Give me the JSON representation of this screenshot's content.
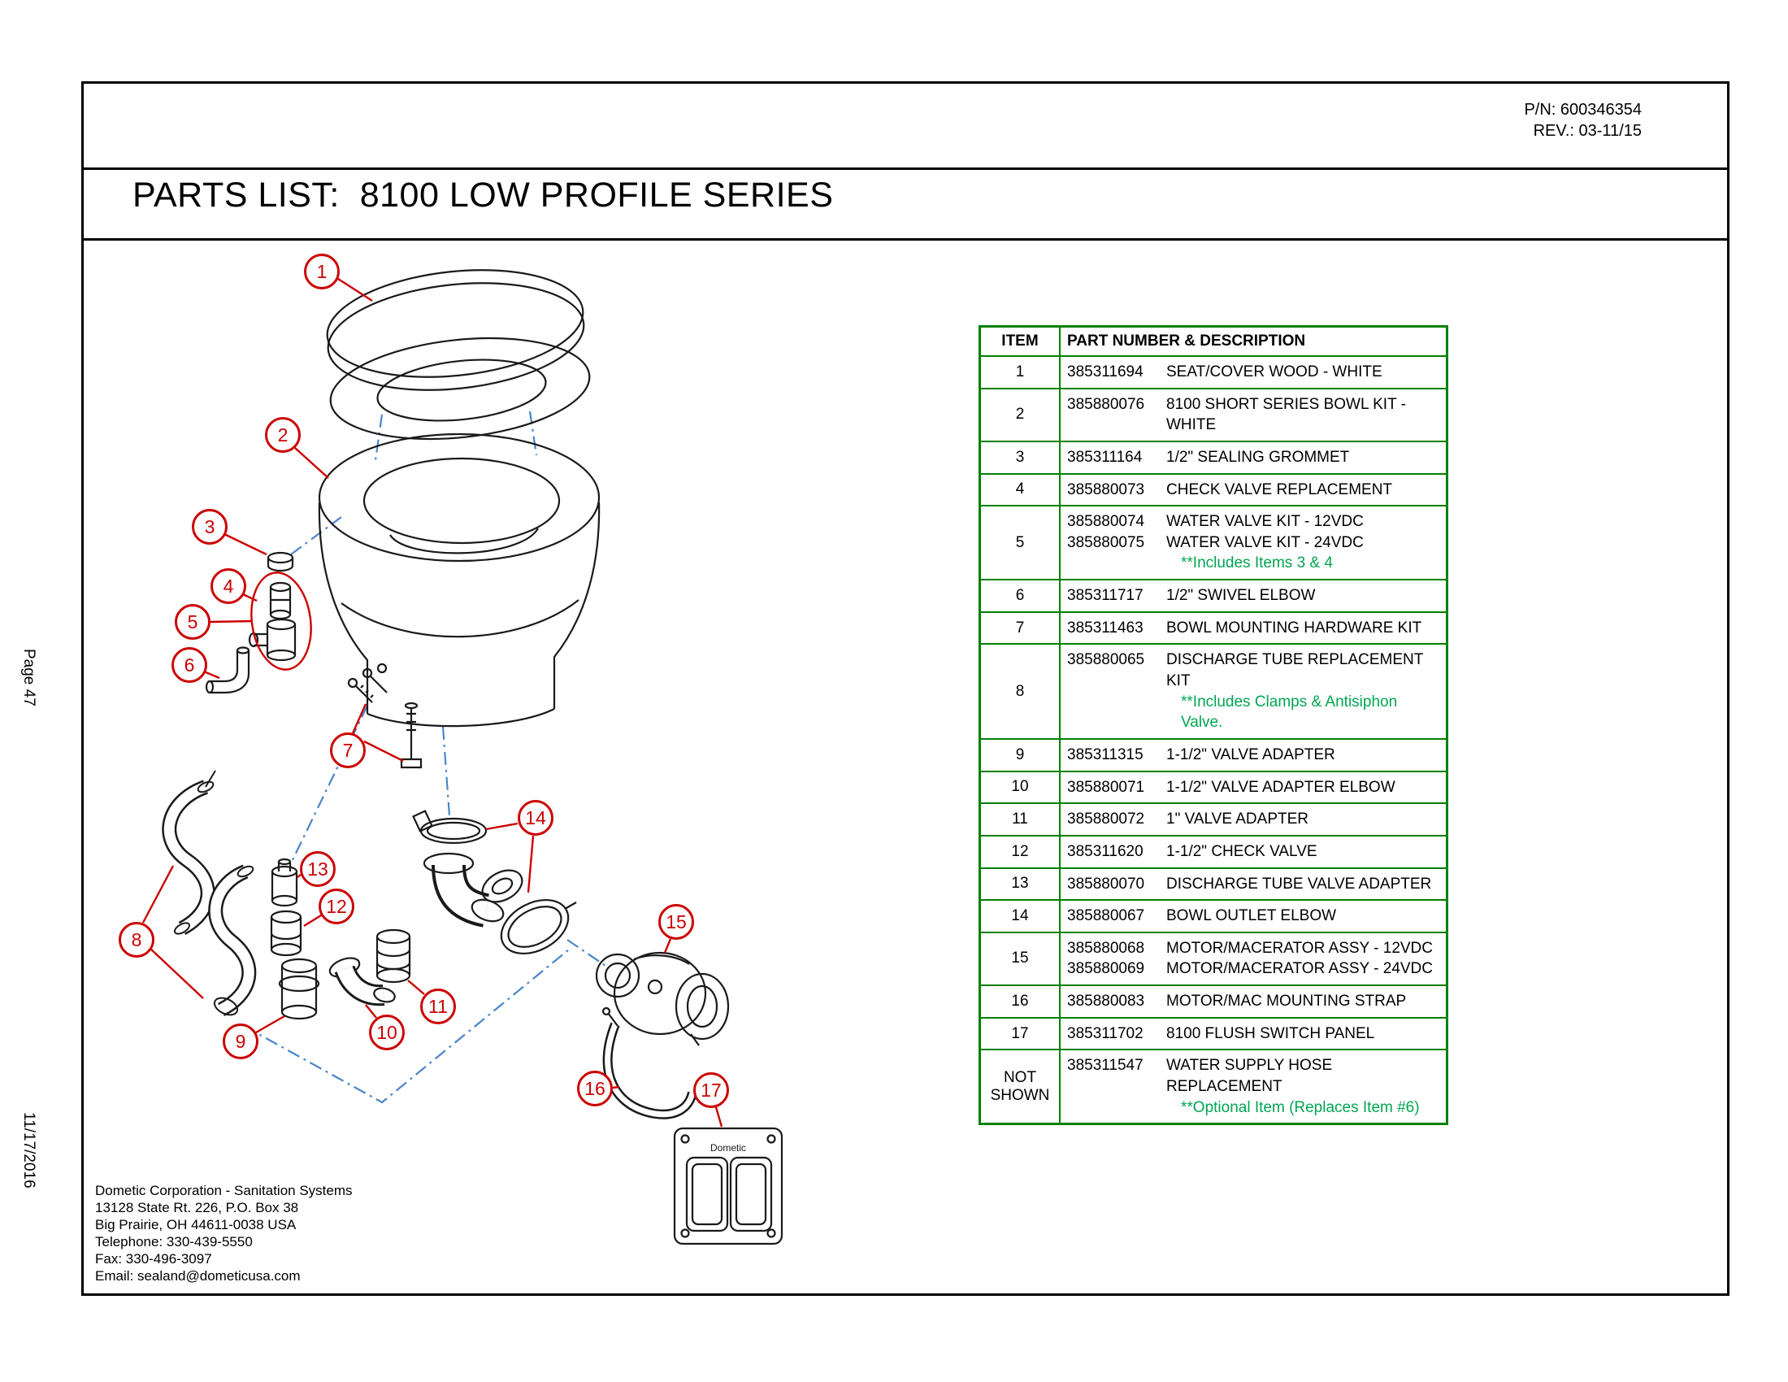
{
  "header": {
    "pn": "P/N:  600346354",
    "rev": "REV.:  03-11/15",
    "title": "PARTS LIST:  8100 LOW PROFILE SERIES"
  },
  "sidebar": {
    "page_number": "Page 47",
    "date": "11/17/2016"
  },
  "table": {
    "headers": [
      "ITEM",
      "PART NUMBER & DESCRIPTION"
    ],
    "rows": [
      {
        "item": "1",
        "parts": [
          {
            "number": "385311694",
            "description": "SEAT/COVER WOOD - WHITE"
          }
        ]
      },
      {
        "item": "2",
        "parts": [
          {
            "number": "385880076",
            "description": "8100 SHORT SERIES BOWL KIT - WHITE"
          }
        ]
      },
      {
        "item": "3",
        "parts": [
          {
            "number": "385311164",
            "description": "1/2\" SEALING GROMMET"
          }
        ]
      },
      {
        "item": "4",
        "parts": [
          {
            "number": "385880073",
            "description": "CHECK VALVE REPLACEMENT"
          }
        ]
      },
      {
        "item": "5",
        "parts": [
          {
            "number": "385880074",
            "description": "WATER VALVE KIT - 12VDC"
          },
          {
            "number": "385880075",
            "description": "WATER VALVE KIT - 24VDC"
          }
        ],
        "note": "**Includes Items 3 & 4"
      },
      {
        "item": "6",
        "parts": [
          {
            "number": "385311717",
            "description": "1/2\" SWIVEL ELBOW"
          }
        ]
      },
      {
        "item": "7",
        "parts": [
          {
            "number": "385311463",
            "description": "BOWL MOUNTING HARDWARE KIT"
          }
        ]
      },
      {
        "item": "8",
        "parts": [
          {
            "number": "385880065",
            "description": "DISCHARGE TUBE REPLACEMENT KIT"
          }
        ],
        "note": "**Includes Clamps & Antisiphon Valve."
      },
      {
        "item": "9",
        "parts": [
          {
            "number": "385311315",
            "description": "1-1/2\" VALVE ADAPTER"
          }
        ]
      },
      {
        "item": "10",
        "parts": [
          {
            "number": "385880071",
            "description": "1-1/2\" VALVE ADAPTER ELBOW"
          }
        ]
      },
      {
        "item": "11",
        "parts": [
          {
            "number": "385880072",
            "description": "1\" VALVE ADAPTER"
          }
        ]
      },
      {
        "item": "12",
        "parts": [
          {
            "number": "385311620",
            "description": "1-1/2\" CHECK VALVE"
          }
        ]
      },
      {
        "item": "13",
        "parts": [
          {
            "number": "385880070",
            "description": "DISCHARGE TUBE VALVE ADAPTER"
          }
        ]
      },
      {
        "item": "14",
        "parts": [
          {
            "number": "385880067",
            "description": "BOWL OUTLET ELBOW"
          }
        ]
      },
      {
        "item": "15",
        "parts": [
          {
            "number": "385880068",
            "description": "MOTOR/MACERATOR ASSY - 12VDC"
          },
          {
            "number": "385880069",
            "description": "MOTOR/MACERATOR ASSY - 24VDC"
          }
        ]
      },
      {
        "item": "16",
        "parts": [
          {
            "number": "385880083",
            "description": "MOTOR/MAC MOUNTING STRAP"
          }
        ]
      },
      {
        "item": "17",
        "parts": [
          {
            "number": "385311702",
            "description": "8100 FLUSH SWITCH PANEL"
          }
        ]
      },
      {
        "item": "NOT SHOWN",
        "parts": [
          {
            "number": "385311547",
            "description": "WATER SUPPLY HOSE REPLACEMENT"
          }
        ],
        "note": "**Optional Item (Replaces Item #6)"
      }
    ]
  },
  "diagram": {
    "callouts": [
      "1",
      "2",
      "3",
      "4",
      "5",
      "6",
      "7",
      "8",
      "9",
      "10",
      "11",
      "12",
      "13",
      "14",
      "15",
      "16",
      "17"
    ],
    "panel_label": "Dometic"
  },
  "footer": {
    "lines": [
      "Dometic Corporation - Sanitation Systems",
      "13128 State Rt. 226, P.O. Box 38",
      "Big Prairie, OH 44611-0038 USA",
      "Telephone: 330-439-5550",
      "Fax: 330-496-3097",
      "Email: sealand@dometicusa.com"
    ]
  },
  "colors": {
    "table_green": "#008000",
    "note_green": "#00A651",
    "callout_red": "#CC0000",
    "guide_blue": "#4A86C8"
  }
}
